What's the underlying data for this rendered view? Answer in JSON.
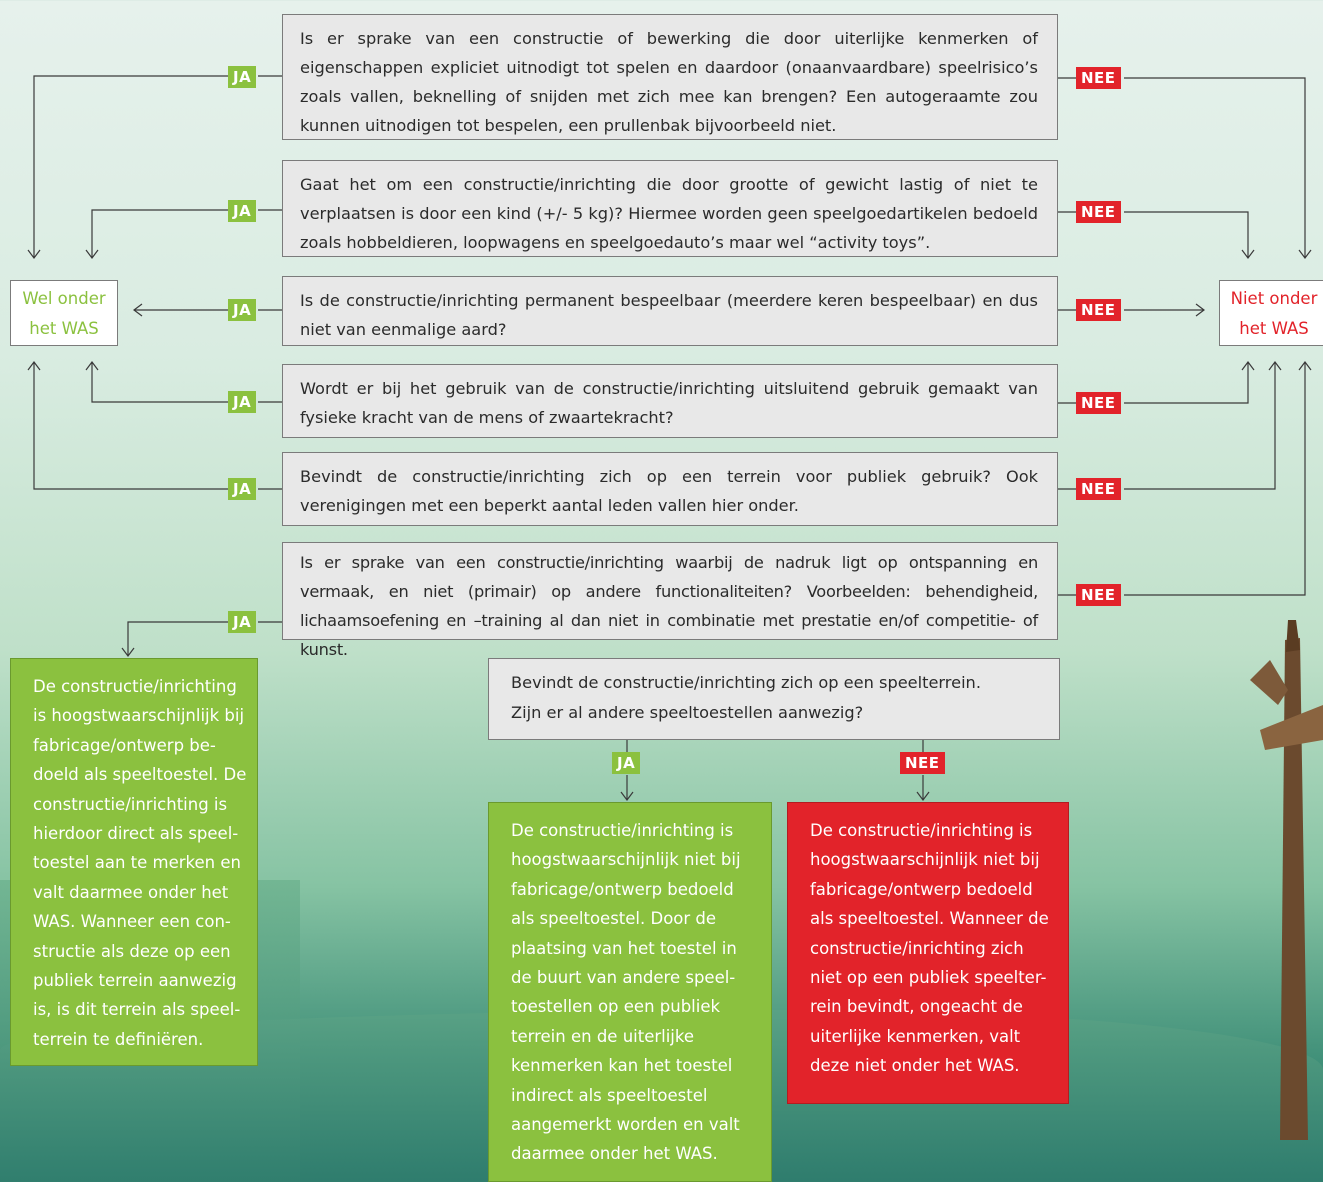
{
  "questions": [
    {
      "text": "Is er sprake van een constructie of bewerking die door uiterlijke kenmerken of eigenschappen expliciet uitnodigt tot spelen en daardoor (onaanvaardbare) speelrisico’s zoals vallen, beknelling of snijden met zich mee kan brengen? Een autogeraamte zou kunnen uitnodigen tot bespelen, een prullenbak bijvoorbeeld niet."
    },
    {
      "text": "Gaat het om een constructie/inrichting die door grootte of gewicht lastig of niet te verplaatsen is door een kind (+/- 5 kg)? Hiermee worden geen speelgoedartikelen bedoeld zoals hobbeldieren, loopwagens en speelgoedauto’s maar wel “activity toys”."
    },
    {
      "text": "Is de constructie/inrichting permanent bespeelbaar (meerdere keren bespeelbaar) en dus niet van eenmalige aard?"
    },
    {
      "text": "Wordt er bij het gebruik van de constructie/inrichting uitsluitend gebruik gemaakt van fysieke kracht van de mens of zwaartekracht?"
    },
    {
      "text": "Bevindt de constructie/inrichting zich op een terrein voor publiek gebruik? Ook verenigingen met een beperkt aantal leden vallen hier onder."
    },
    {
      "text": "Is er sprake van een constructie/inrichting waarbij de nadruk ligt op ontspanning en vermaak, en niet (primair) op andere functionaliteiten? Voorbeelden: behendigheid, lichaamsoefening en –training al dan niet in combinatie met prestatie en/of competitie- of kunst."
    }
  ],
  "question7": {
    "line1": "Bevindt de constructie/inrichting zich op een speelterrein.",
    "line2": "Zijn er al andere speeltoestellen aanwezig?"
  },
  "labels": {
    "ja": "JA",
    "nee": "NEE"
  },
  "outcomes": {
    "wel": {
      "line1": "Wel onder",
      "line2": "het WAS"
    },
    "niet": {
      "line1": "Niet onder",
      "line2": "het WAS"
    }
  },
  "results": {
    "left": [
      "De constructie/inrichting",
      "is hoogstwaarschijnlijk bij",
      "fabricage/ontwerp be-",
      "doeld als speeltoestel. De",
      "constructie/inrichting is",
      "hierdoor direct als speel-",
      "toestel aan te merken en",
      "valt daarmee onder het",
      "WAS. Wanneer een con-",
      "structie als deze op een",
      "publiek terrein aanwezig",
      "is, is dit terrein als speel-",
      "terrein te definiëren."
    ],
    "middle": [
      "De constructie/inrichting is",
      "hoogstwaarschijnlijk niet bij",
      "fabricage/ontwerp bedoeld",
      "als speeltoestel. Door de",
      "plaatsing van het toestel in",
      "de buurt van andere speel-",
      "toestellen op een publiek",
      "terrein en de uiterlijke",
      "kenmerken kan het toestel",
      "indirect als speeltoestel",
      "aangemerkt worden en valt",
      "daarmee onder het WAS."
    ],
    "right": [
      "De constructie/inrichting is",
      "hoogstwaarschijnlijk niet bij",
      "fabricage/ontwerp bedoeld",
      "als speeltoestel. Wanneer de",
      "constructie/inrichting zich",
      "niet op een publiek speelter-",
      "rein bevindt, ongeacht de",
      "uiterlijke kenmerken, valt",
      "deze niet onder het WAS."
    ]
  },
  "colors": {
    "ja": "#8bc13f",
    "nee": "#e2232a",
    "box": "#e8e8e8"
  }
}
